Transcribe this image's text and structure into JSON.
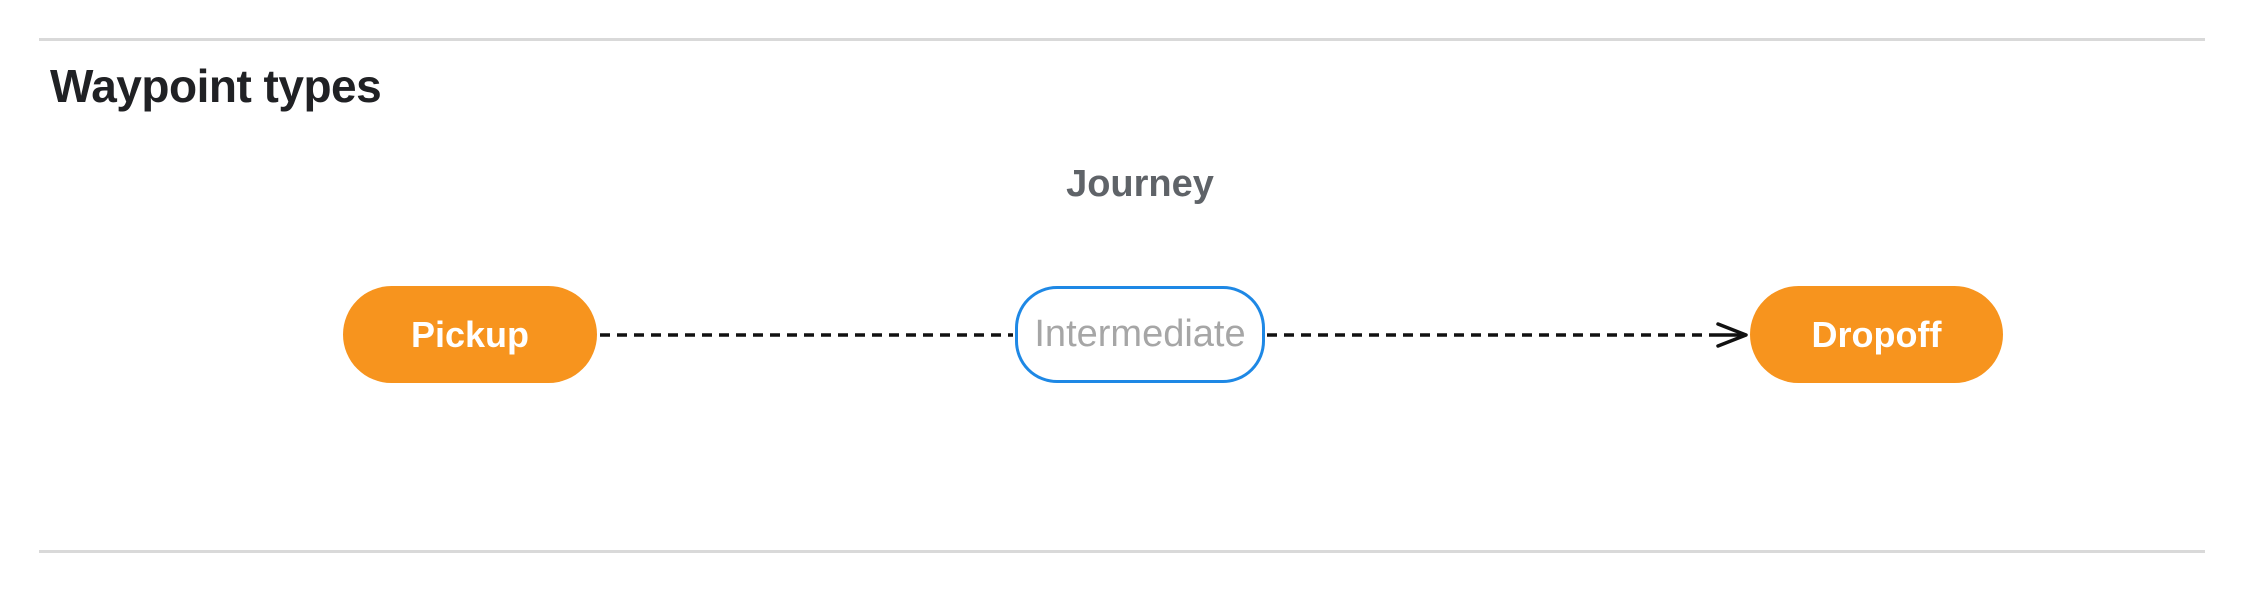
{
  "section": {
    "title": "Waypoint types"
  },
  "diagram": {
    "title": "Journey",
    "nodes": [
      {
        "id": "pickup",
        "label": "Pickup",
        "type": "terminal",
        "shape": "filled-pill"
      },
      {
        "id": "intermediate",
        "label": "Intermediate",
        "type": "via",
        "shape": "outlined-pill"
      },
      {
        "id": "dropoff",
        "label": "Dropoff",
        "type": "terminal",
        "shape": "filled-pill"
      }
    ],
    "connectors": [
      {
        "from": "Pickup",
        "to": "Intermediate",
        "style": "dashed",
        "arrowhead": "none"
      },
      {
        "from": "Intermediate",
        "to": "Dropoff",
        "style": "dashed",
        "arrowhead": "end"
      }
    ]
  },
  "colors": {
    "terminal_fill": "#F7941E",
    "terminal_text": "#FFFFFF",
    "via_border": "#1E88E5",
    "via_text": "#A6A6A6",
    "connector": "#111111",
    "journey_label": "#5F6368",
    "heading": "#202124",
    "divider": "#D9D9D9",
    "background": "#FFFFFF"
  }
}
